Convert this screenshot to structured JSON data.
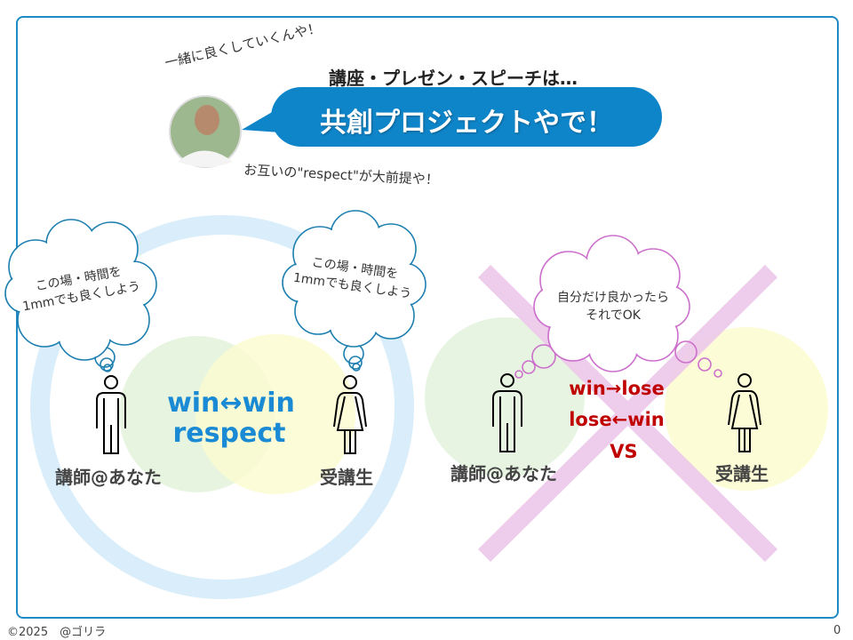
{
  "header": {
    "aside_top": "一緒に良くしていくんや！",
    "lead": "講座・プレゼン・スピーチは…",
    "bubble_text": "共創プロジェクトやで！",
    "aside_bottom": "お互いの\"respect\"が大前提や！"
  },
  "good": {
    "left_thought": [
      "この場・時間を",
      "1mmでも良くしよう"
    ],
    "right_thought": [
      "この場・時間を",
      "1mmでも良くしよう"
    ],
    "center_line1": "win↔win",
    "center_line2": "respect",
    "left_label": "講師@あなた",
    "right_label": "受講生"
  },
  "bad": {
    "thought": [
      "自分だけ良かったら",
      "それでOK"
    ],
    "line1": "win→lose",
    "line2": "lose←win",
    "line3": "VS",
    "left_label": "講師@あなた",
    "right_label": "受講生"
  },
  "footer": {
    "copyright": "©2025　@ゴリラ",
    "page_number": "0"
  },
  "colors": {
    "frame": "#1f8ac4",
    "bubble": "#0f85c9",
    "ring": "#d9eefa",
    "green": "#e6f4e1",
    "yellow": "#fcfcd6",
    "cross": "#eecbeb",
    "red": "#c00000",
    "blue_text": "#1a8ad4"
  }
}
